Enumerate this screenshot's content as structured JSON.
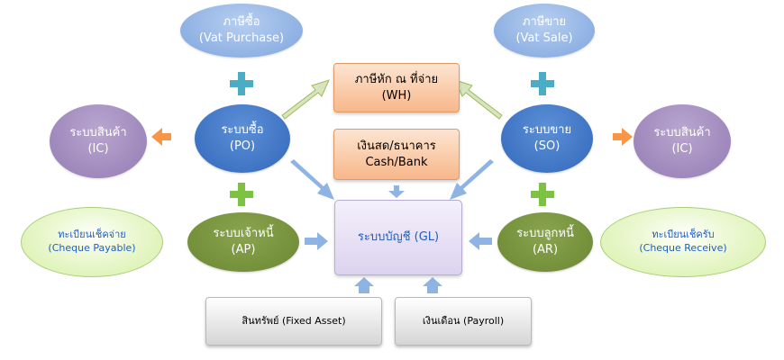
{
  "nodes": {
    "vat_purchase": {
      "line1": "ภาษีซื้อ",
      "line2": "(Vat Purchase)"
    },
    "vat_sale": {
      "line1": "ภาษีขาย",
      "line2": "(Vat Sale)"
    },
    "wh": {
      "line1": "ภาษีหัก ณ ที่จ่าย",
      "line2": "(WH)"
    },
    "cash_bank": {
      "line1": "เงินสด/ธนาคาร",
      "line2": "Cash/Bank"
    },
    "ic_left": {
      "line1": "ระบบสินค้า",
      "line2": "(IC)"
    },
    "po": {
      "line1": "ระบบซื้อ",
      "line2": "(PO)"
    },
    "so": {
      "line1": "ระบบขาย",
      "line2": "(SO)"
    },
    "ic_right": {
      "line1": "ระบบสินค้า",
      "line2": "(IC)"
    },
    "cheque_payable": {
      "line1": "ทะเบียนเช็คจ่าย",
      "line2": "(Cheque Payable)"
    },
    "ap": {
      "line1": "ระบบเจ้าหนี้",
      "line2": "(AP)"
    },
    "gl": {
      "line1": "ระบบบัญชี (GL)"
    },
    "ar": {
      "line1": "ระบบลูกหนี้",
      "line2": "(AR)"
    },
    "cheque_receive": {
      "line1": "ทะเบียนเช็ครับ",
      "line2": "(Cheque Receive)"
    },
    "fixed_asset": {
      "line1": "สินทรัพย์ (Fixed Asset)"
    },
    "payroll": {
      "line1": "เงินเดือน (Payroll)"
    }
  },
  "colors": {
    "arrow_blue": "#8eb4e3",
    "arrow_green": "#c3d69b",
    "arrow_orange": "#f79646",
    "plus_teal": "#4bacc6",
    "plus_green": "#7dc242"
  }
}
